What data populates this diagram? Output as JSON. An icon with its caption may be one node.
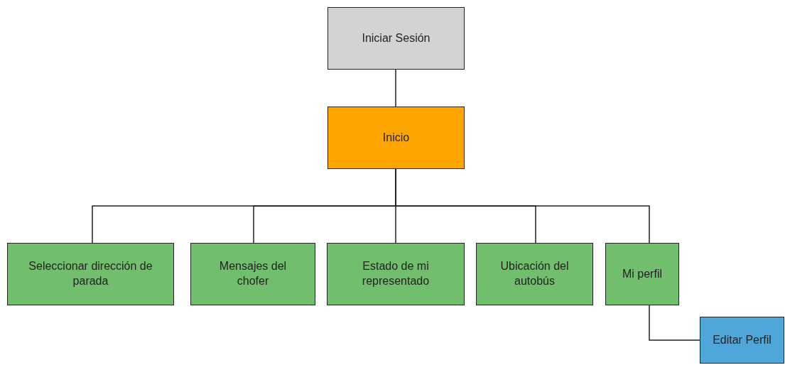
{
  "diagram": {
    "nodes": [
      {
        "text": [
          "Iniciar Sesión"
        ]
      },
      {
        "text": [
          "Inicio"
        ]
      },
      {
        "text": [
          "Seleccionar dirección de parada"
        ]
      },
      {
        "text": [
          "Mensajes del chofer"
        ]
      },
      {
        "text": [
          "Estado de mi representado"
        ]
      },
      {
        "text": [
          "Ubicación del autobús"
        ]
      },
      {
        "text": [
          "Mi perfil"
        ]
      },
      {
        "text": [
          "Editar Perfil"
        ]
      }
    ],
    "edges": [
      {
        "from": 0,
        "to": 1,
        "arrow": "none"
      },
      {
        "from": 1,
        "to": 2,
        "arrow": "none"
      },
      {
        "from": 1,
        "to": 3,
        "arrow": "none"
      },
      {
        "from": 1,
        "to": 4,
        "arrow": "none"
      },
      {
        "from": 1,
        "to": 5,
        "arrow": "none"
      },
      {
        "from": 1,
        "to": 6,
        "arrow": "none"
      },
      {
        "from": 6,
        "to": 7,
        "arrow": "none"
      }
    ]
  }
}
